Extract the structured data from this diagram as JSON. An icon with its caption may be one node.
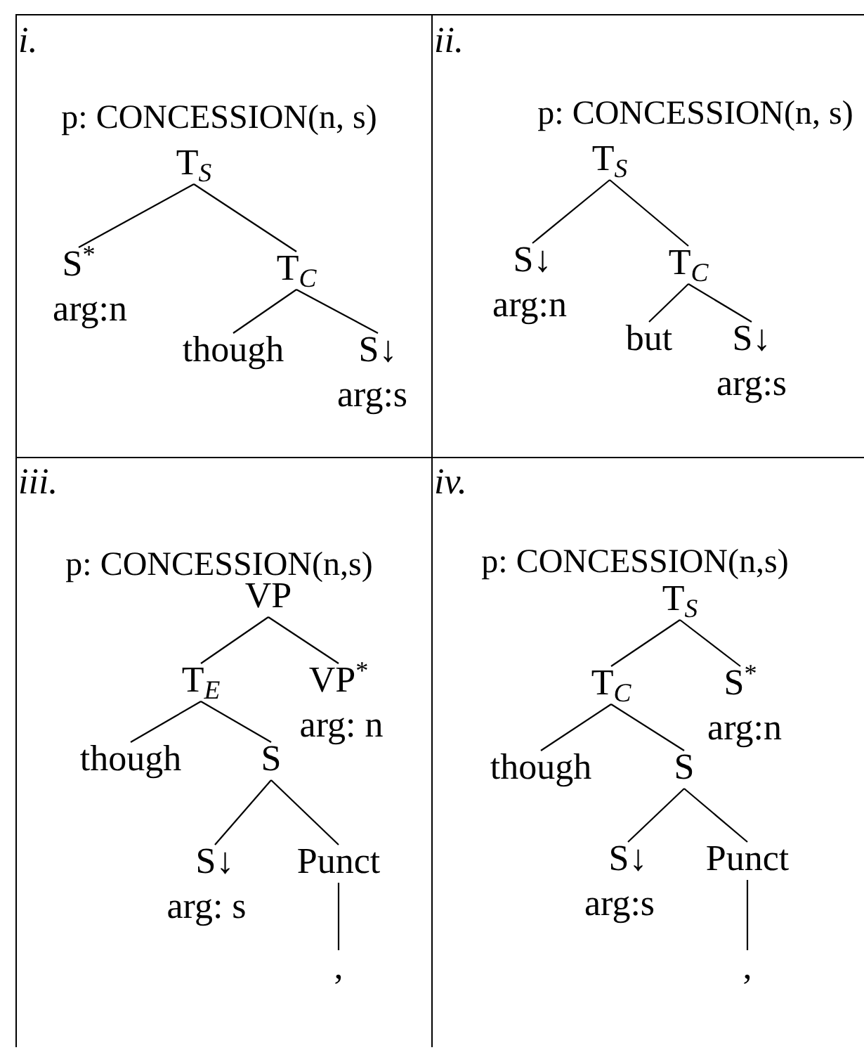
{
  "diagram": {
    "nodes": [
      {
        "text": [
          "i.",
          "p: CONCESSION(n, s)"
        ]
      },
      {
        "text": [
          "T$_{S}$"
        ],
        "in": 0
      },
      {
        "text": [
          "S$^{*}$"
        ],
        "in": 0,
        "beside": [
          "arg:n"
        ]
      },
      {
        "text": [
          "T$_{C}$"
        ],
        "in": 0
      },
      {
        "text": [
          "though"
        ],
        "in": 0
      },
      {
        "text": [
          "S↓"
        ],
        "in": 0,
        "beside": [
          "arg:s"
        ]
      },
      {
        "text": [
          "ii.",
          "p: CONCESSION(n, s)"
        ]
      },
      {
        "text": [
          "T$_{S}$"
        ],
        "in": 6
      },
      {
        "text": [
          "S↓"
        ],
        "in": 6,
        "beside": [
          "arg:n"
        ]
      },
      {
        "text": [
          "T$_{C}$"
        ],
        "in": 6
      },
      {
        "text": [
          "but"
        ],
        "in": 6
      },
      {
        "text": [
          "S↓"
        ],
        "in": 6,
        "beside": [
          "arg:s"
        ]
      },
      {
        "text": [
          "iii.",
          "p: CONCESSION(n,s)"
        ]
      },
      {
        "text": [
          "VP"
        ],
        "in": 12
      },
      {
        "text": [
          "T$_{E}$"
        ],
        "in": 12
      },
      {
        "text": [
          "VP$^{*}$"
        ],
        "in": 12,
        "beside": [
          "arg: n"
        ]
      },
      {
        "text": [
          "though"
        ],
        "in": 12
      },
      {
        "text": [
          "S"
        ],
        "in": 12
      },
      {
        "text": [
          "S↓"
        ],
        "in": 12,
        "beside": [
          "arg: s"
        ]
      },
      {
        "text": [
          "Punct"
        ],
        "in": 12
      },
      {
        "text": [
          ","
        ],
        "in": 12
      },
      {
        "text": [
          "iv.",
          "p: CONCESSION(n,s)"
        ]
      },
      {
        "text": [
          "T$_{S}$"
        ],
        "in": 21
      },
      {
        "text": [
          "T$_{C}$"
        ],
        "in": 21
      },
      {
        "text": [
          "S$^{*}$"
        ],
        "in": 21,
        "beside": [
          "arg:n"
        ]
      },
      {
        "text": [
          "though"
        ],
        "in": 21
      },
      {
        "text": [
          "S"
        ],
        "in": 21
      },
      {
        "text": [
          "S↓"
        ],
        "in": 21,
        "beside": [
          "arg:s"
        ]
      },
      {
        "text": [
          "Punct"
        ],
        "in": 21
      },
      {
        "text": [
          ","
        ],
        "in": 21
      }
    ],
    "edges": [
      {
        "from": 1,
        "to": 2,
        "arrow": "none"
      },
      {
        "from": 1,
        "to": 3,
        "arrow": "none"
      },
      {
        "from": 3,
        "to": 4,
        "arrow": "none"
      },
      {
        "from": 3,
        "to": 5,
        "arrow": "none"
      },
      {
        "from": 7,
        "to": 8,
        "arrow": "none"
      },
      {
        "from": 7,
        "to": 9,
        "arrow": "none"
      },
      {
        "from": 9,
        "to": 10,
        "arrow": "none"
      },
      {
        "from": 9,
        "to": 11,
        "arrow": "none"
      },
      {
        "from": 13,
        "to": 14,
        "arrow": "none"
      },
      {
        "from": 13,
        "to": 15,
        "arrow": "none"
      },
      {
        "from": 14,
        "to": 16,
        "arrow": "none"
      },
      {
        "from": 14,
        "to": 17,
        "arrow": "none"
      },
      {
        "from": 17,
        "to": 18,
        "arrow": "none"
      },
      {
        "from": 17,
        "to": 19,
        "arrow": "none"
      },
      {
        "from": 19,
        "to": 20,
        "arrow": "none"
      },
      {
        "from": 22,
        "to": 23,
        "arrow": "none"
      },
      {
        "from": 22,
        "to": 24,
        "arrow": "none"
      },
      {
        "from": 23,
        "to": 25,
        "arrow": "none"
      },
      {
        "from": 23,
        "to": 26,
        "arrow": "none"
      },
      {
        "from": 26,
        "to": 27,
        "arrow": "none"
      },
      {
        "from": 26,
        "to": 28,
        "arrow": "none"
      },
      {
        "from": 28,
        "to": 29,
        "arrow": "none"
      }
    ]
  }
}
